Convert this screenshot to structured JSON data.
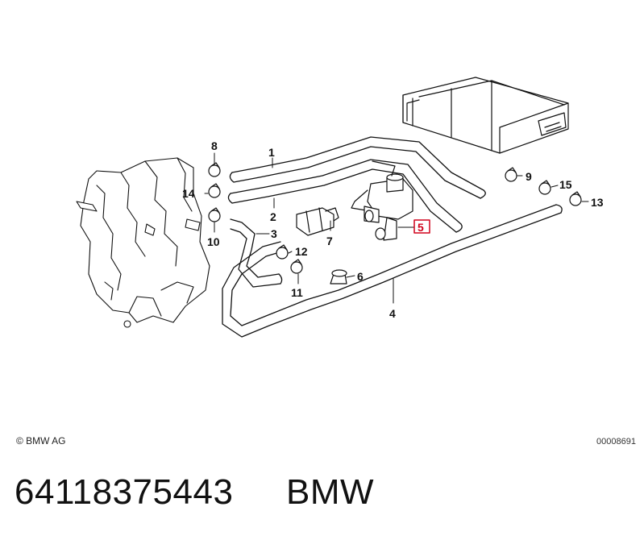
{
  "callouts": [
    {
      "id": "1",
      "text": "1"
    },
    {
      "id": "2",
      "text": "2"
    },
    {
      "id": "3",
      "text": "3"
    },
    {
      "id": "4",
      "text": "4"
    },
    {
      "id": "5",
      "text": "5",
      "highlighted": true
    },
    {
      "id": "6",
      "text": "6"
    },
    {
      "id": "7",
      "text": "7"
    },
    {
      "id": "8",
      "text": "8"
    },
    {
      "id": "9",
      "text": "9"
    },
    {
      "id": "10",
      "text": "10"
    },
    {
      "id": "11",
      "text": "11"
    },
    {
      "id": "12",
      "text": "12"
    },
    {
      "id": "13",
      "text": "13"
    },
    {
      "id": "14",
      "text": "14"
    },
    {
      "id": "15",
      "text": "15"
    }
  ],
  "highlight_color": "#d0021b",
  "footer": {
    "copyright": "© BMW AG",
    "reference": "00008691"
  },
  "caption": {
    "part_number": "64118375443",
    "brand": "BMW"
  }
}
